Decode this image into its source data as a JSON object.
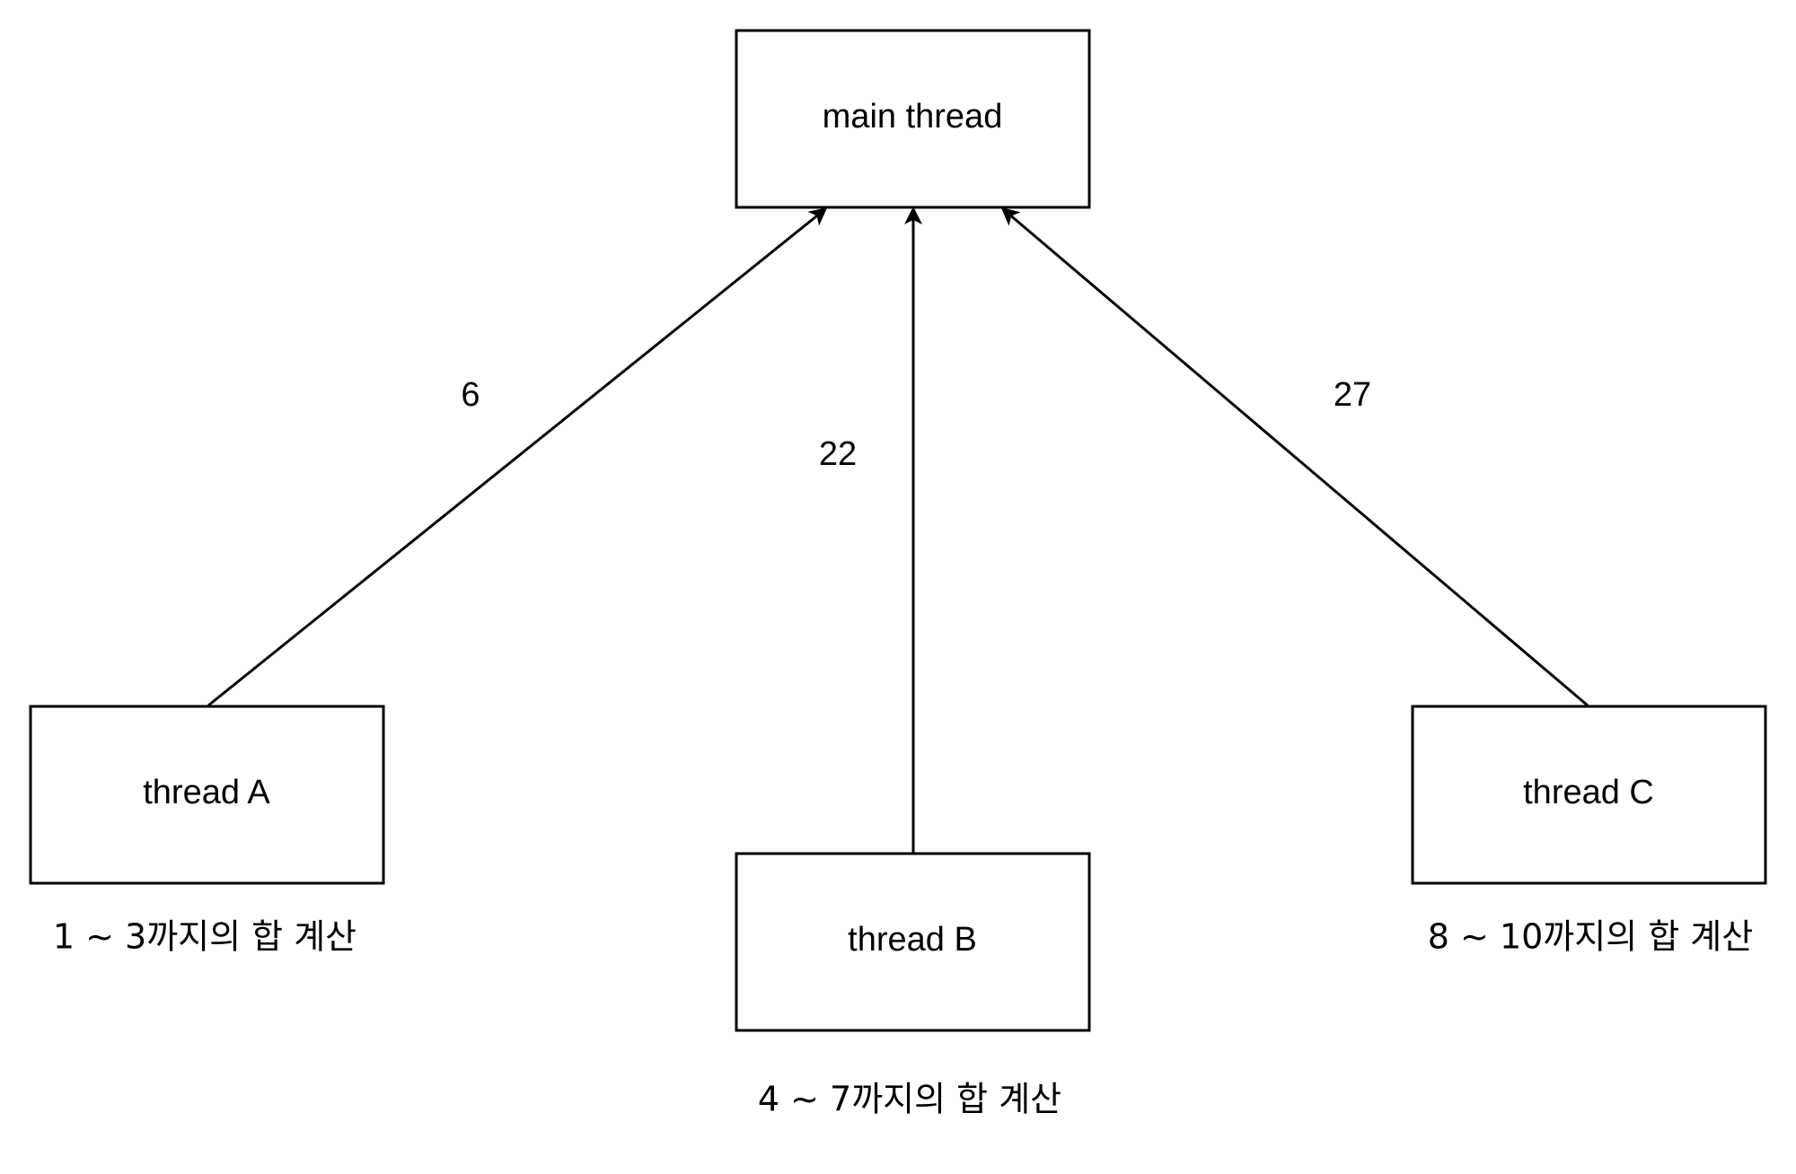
{
  "nodes": {
    "main": {
      "label": "main thread"
    },
    "a": {
      "label": "thread A",
      "caption": "1 ~ 3까지의 합 계산"
    },
    "b": {
      "label": "thread B",
      "caption": "4 ~ 7까지의 합 계산"
    },
    "c": {
      "label": "thread C",
      "caption": "8 ~ 10까지의 합 계산"
    }
  },
  "edges": {
    "a_to_main": {
      "label": "6"
    },
    "b_to_main": {
      "label": "22"
    },
    "c_to_main": {
      "label": "27"
    }
  }
}
